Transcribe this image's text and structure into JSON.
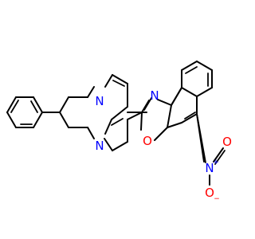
{
  "molecule": {
    "colors": {
      "carbon_bond": "#000000",
      "nitrogen": "#0000ff",
      "oxygen": "#ff0000"
    },
    "labels": {
      "n_pyrimidine_top": "N",
      "n_pyrimidine_bottom": "N",
      "n_oxazole": "N",
      "o_oxazole": "O",
      "n_nitro": "N",
      "n_nitro_charge": "+",
      "o_nitro_top": "O",
      "o_nitro_bottom": "O",
      "o_nitro_bottom_charge": "−"
    }
  }
}
